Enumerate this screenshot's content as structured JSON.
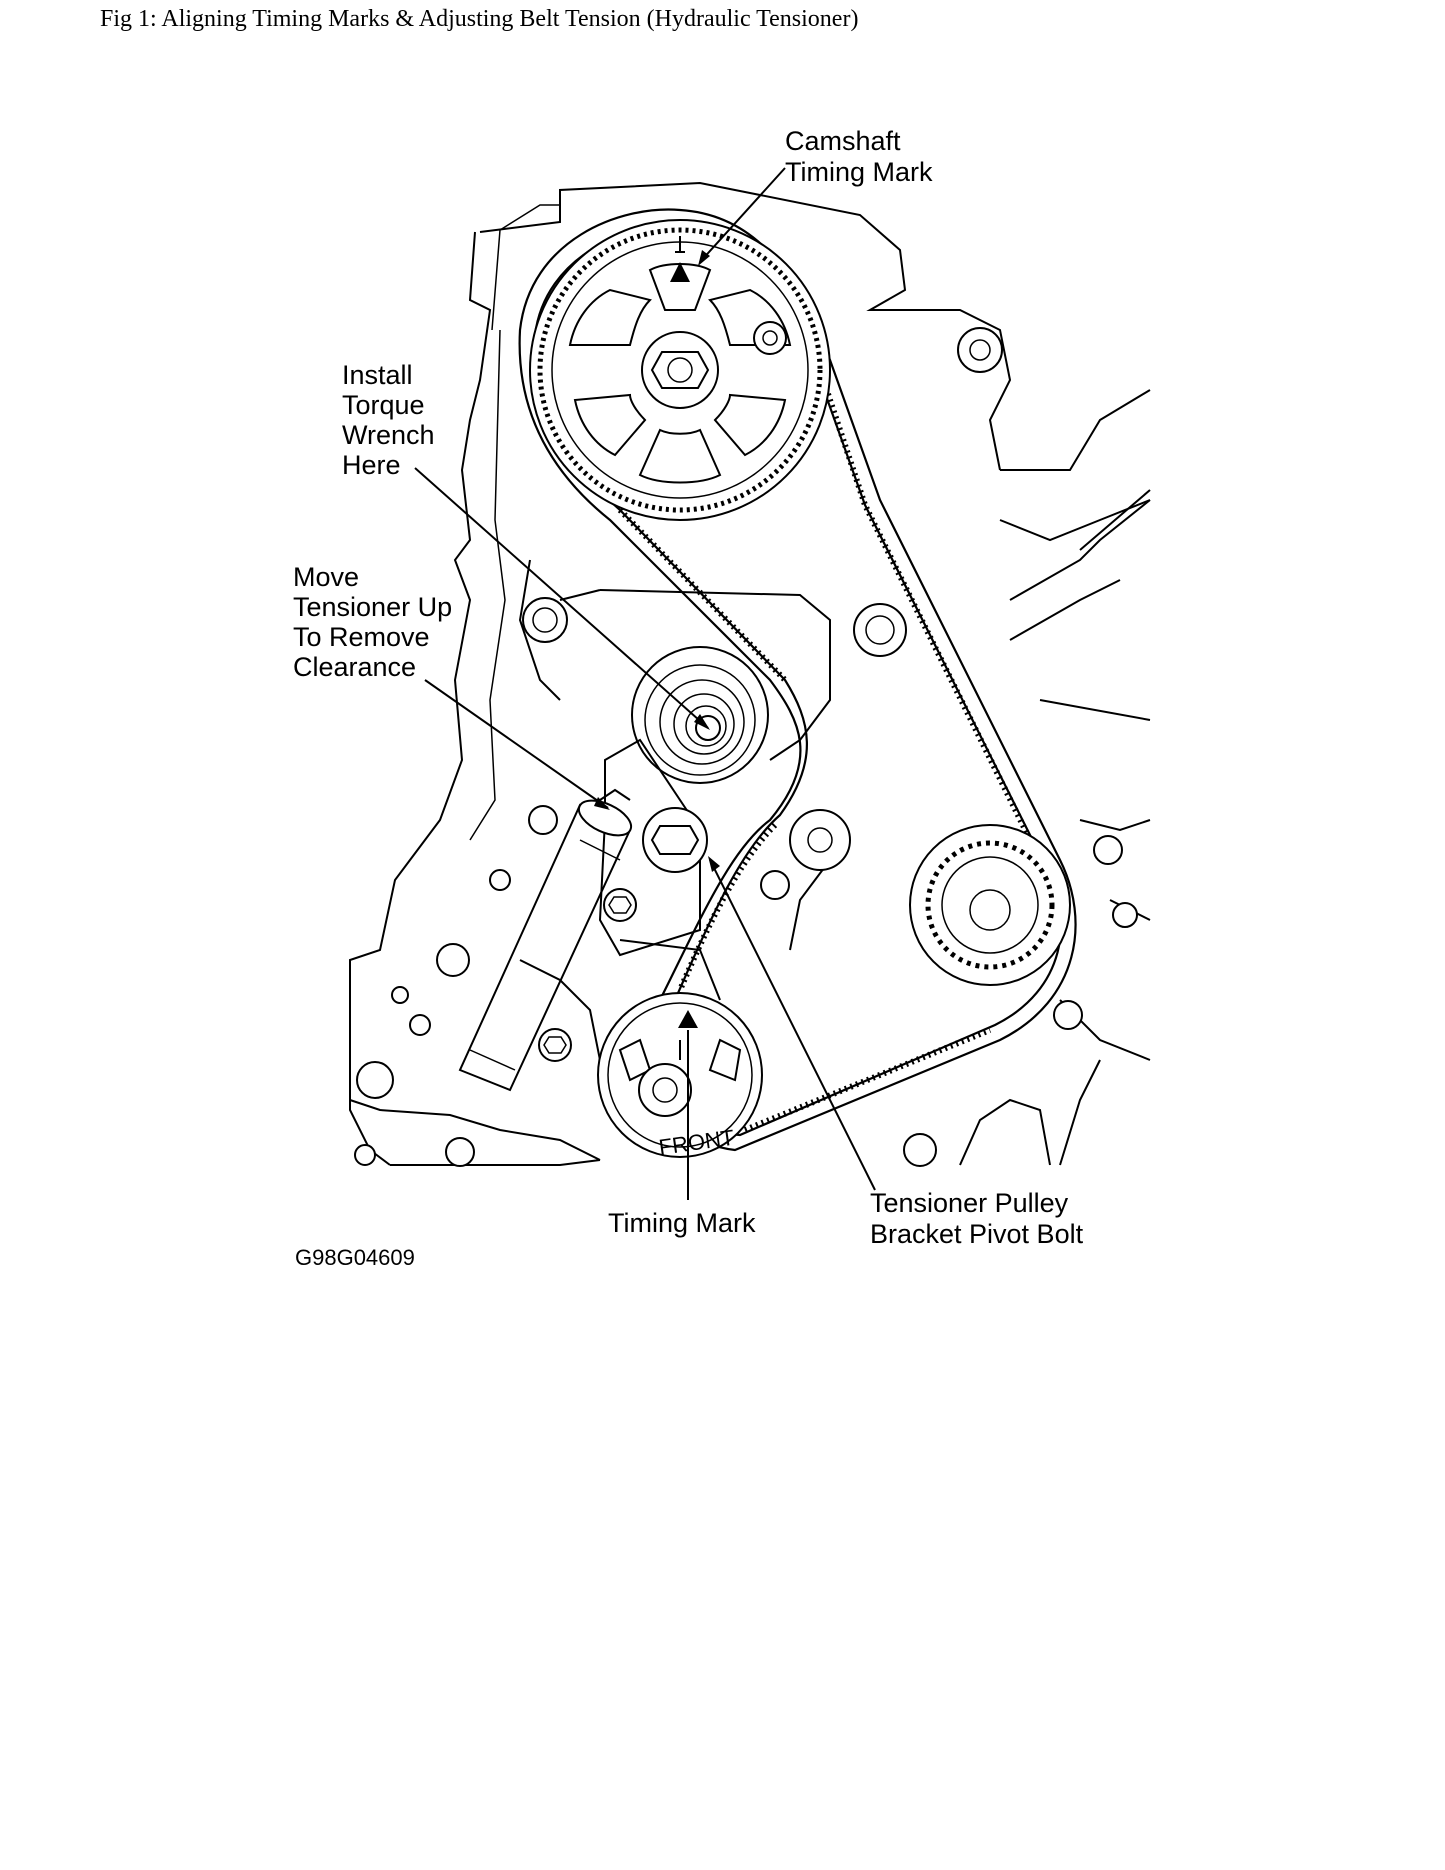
{
  "figure": {
    "title": "Fig 1: Aligning Timing Marks & Adjusting Belt Tension (Hydraulic Tensioner)",
    "image_code": "G98G04609"
  },
  "labels": {
    "camshaft_timing_mark": [
      "Camshaft",
      "Timing Mark"
    ],
    "install_torque_wrench": [
      "Install",
      "Torque",
      "Wrench",
      "Here"
    ],
    "move_tensioner": [
      "Move",
      "Tensioner Up",
      "To Remove",
      "Clearance"
    ],
    "crank_timing_mark": "Timing Mark",
    "tensioner_pivot_bolt": [
      "Tensioner Pulley",
      "Bracket Pivot Bolt"
    ],
    "front_marking": "FRONT"
  }
}
